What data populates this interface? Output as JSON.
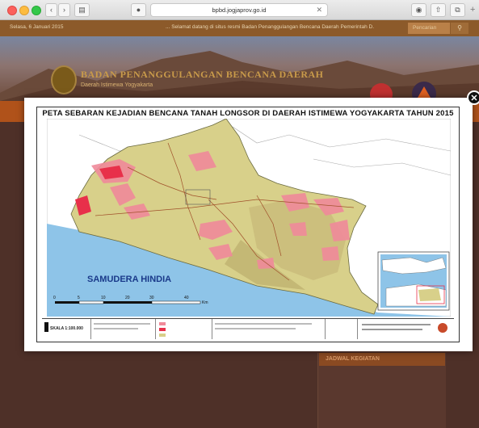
{
  "browser": {
    "url": "bpbd.jogjaprov.go.id"
  },
  "site": {
    "date": "Selasa, 6 Januari 2015",
    "marquee": "... Selamat datang di situs resmi Badan Penanggulangan Bencana Daerah Pemerintah D.",
    "search_placeholder": "Pencarian",
    "title": "BADAN PENANGGULANGAN BENCANA DAERAH",
    "subtitle": "Daerah Istimewa Yogyakarta",
    "sidebar_heading": "JADWAL KEGIATAN"
  },
  "lightbox": {
    "map_title": "PETA SEBARAN KEJADIAN BENCANA TANAH LONGSOR DI DAERAH ISTIMEWA YOGYAKARTA TAHUN 2015",
    "ocean_label": "SAMUDERA HINDIA",
    "scale_label": "SKALA 1:100.000",
    "scale_ticks": [
      "0",
      "5",
      "10",
      "20",
      "30",
      "40"
    ],
    "scale_unit": "Km"
  },
  "colors": {
    "land": "#d8d08a",
    "terrain_dark": "#b8a868",
    "landslide": "#f08a9a",
    "landslide_high": "#e8304a",
    "ocean": "#8ec4e8",
    "neighbor": "#ffffff"
  }
}
